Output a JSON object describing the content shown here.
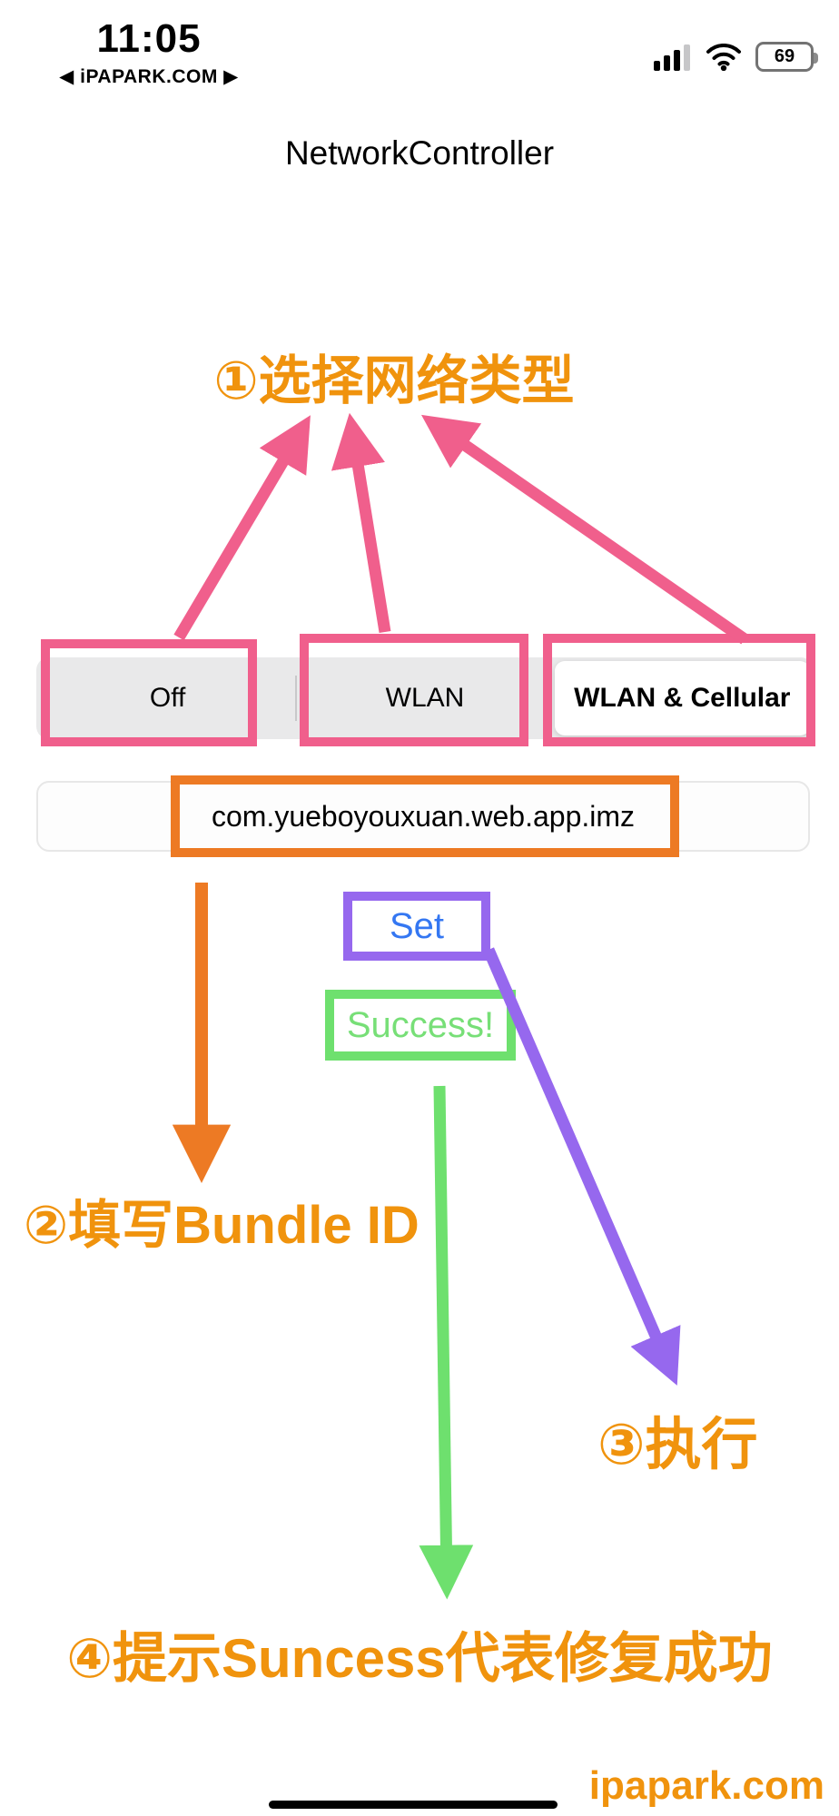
{
  "status_bar": {
    "time": "11:05",
    "site_banner": "◀ iPAPARK.COM ▶",
    "battery_percent": "69",
    "icons": [
      "cellular-signal-icon",
      "wifi-icon",
      "battery-icon"
    ]
  },
  "app": {
    "title": "NetworkController",
    "network_selector": {
      "options": [
        {
          "label": "Off",
          "selected": false
        },
        {
          "label": "WLAN",
          "selected": false
        },
        {
          "label": "WLAN & Cellular",
          "selected": true
        }
      ]
    },
    "bundle_id_field": {
      "value": "com.yueboyouxuan.web.app.imz"
    },
    "set_button_label": "Set",
    "status_message": "Success!"
  },
  "annotations": {
    "step1_label": "①选择网络类型",
    "step2_label": "②填写Bundle ID",
    "step3_label": "③执行",
    "step4_label": "④提示Suncess代表修复成功"
  },
  "footer": {
    "watermark": "ipapark.com"
  },
  "colors": {
    "annotation_orange": "#F0930D",
    "highlight_orange": "#ED7A24",
    "highlight_pink": "#F05F8C",
    "highlight_purple": "#9668EE",
    "highlight_green": "#6EE06E",
    "success_text_green": "#77DF77",
    "set_button_blue": "#3477F2"
  }
}
